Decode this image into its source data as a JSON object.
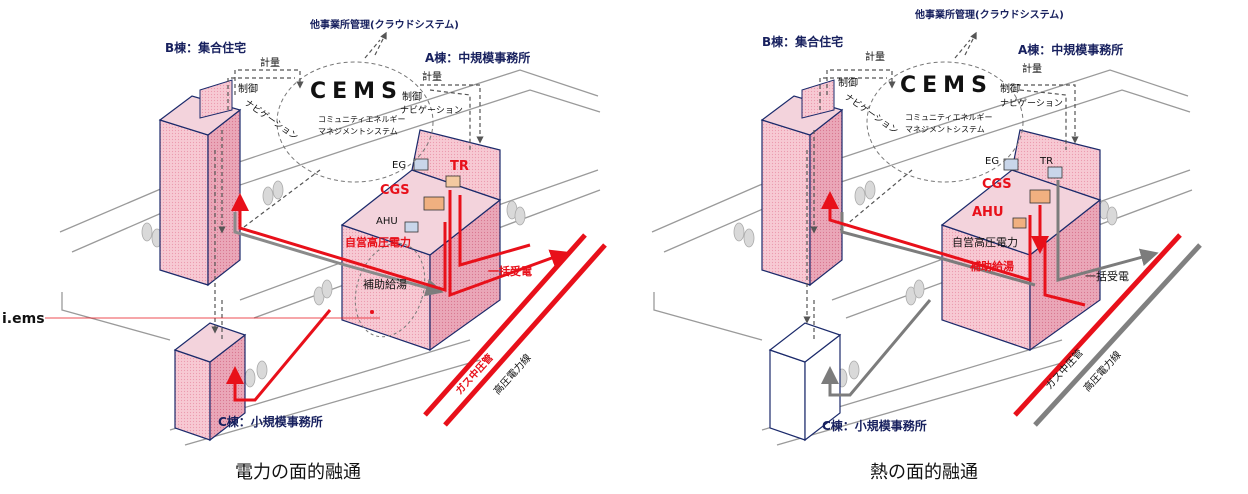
{
  "panels": [
    {
      "caption": "電力の面的融通",
      "cloud_label": "他事業所管理(クラウドシステム)",
      "b_label": "B棟：集合住宅",
      "a_label": "A棟：中規模事務所",
      "c_label": "C棟：小規模事務所",
      "cems": "CEMS",
      "cems_sub1": "コミュニティエネルギー",
      "cems_sub2": "マネジメントシステム",
      "keiryo": "計量",
      "seigyo": "制御",
      "navi": "ナビゲーション",
      "eg": "EG",
      "tr": "TR",
      "cgs": "CGS",
      "ahu": "AHU",
      "jieikoatsu": "自営高圧電力",
      "hojokyuto": "補助給湯",
      "ikkatsu": "一括受電",
      "gas": "ガス中圧管",
      "koatsu": "高圧電力線",
      "iems": "i.ems"
    },
    {
      "caption": "熱の面的融通",
      "cloud_label": "他事業所管理(クラウドシステム)",
      "b_label": "B棟：集合住宅",
      "a_label": "A棟：中規模事務所",
      "c_label": "C棟：小規模事務所",
      "cems": "CEMS",
      "cems_sub1": "コミュニティエネルギー",
      "cems_sub2": "マネジメントシステム",
      "keiryo": "計量",
      "seigyo": "制御",
      "navi": "ナビゲーション",
      "eg": "EG",
      "tr": "TR",
      "cgs": "CGS",
      "ahu": "AHU",
      "jieikoatsu": "自営高圧電力",
      "hojokyuto": "補助給湯",
      "ikkatsu": "一括受電",
      "gas": "ガス中圧管",
      "koatsu": "高圧電力線"
    }
  ],
  "colors": {
    "navy": "#17205e",
    "red": "#e8101a",
    "pink": "#f7c9d3",
    "pink_side": "#ed9fb1",
    "gray_flow": "#8a8a8a"
  }
}
